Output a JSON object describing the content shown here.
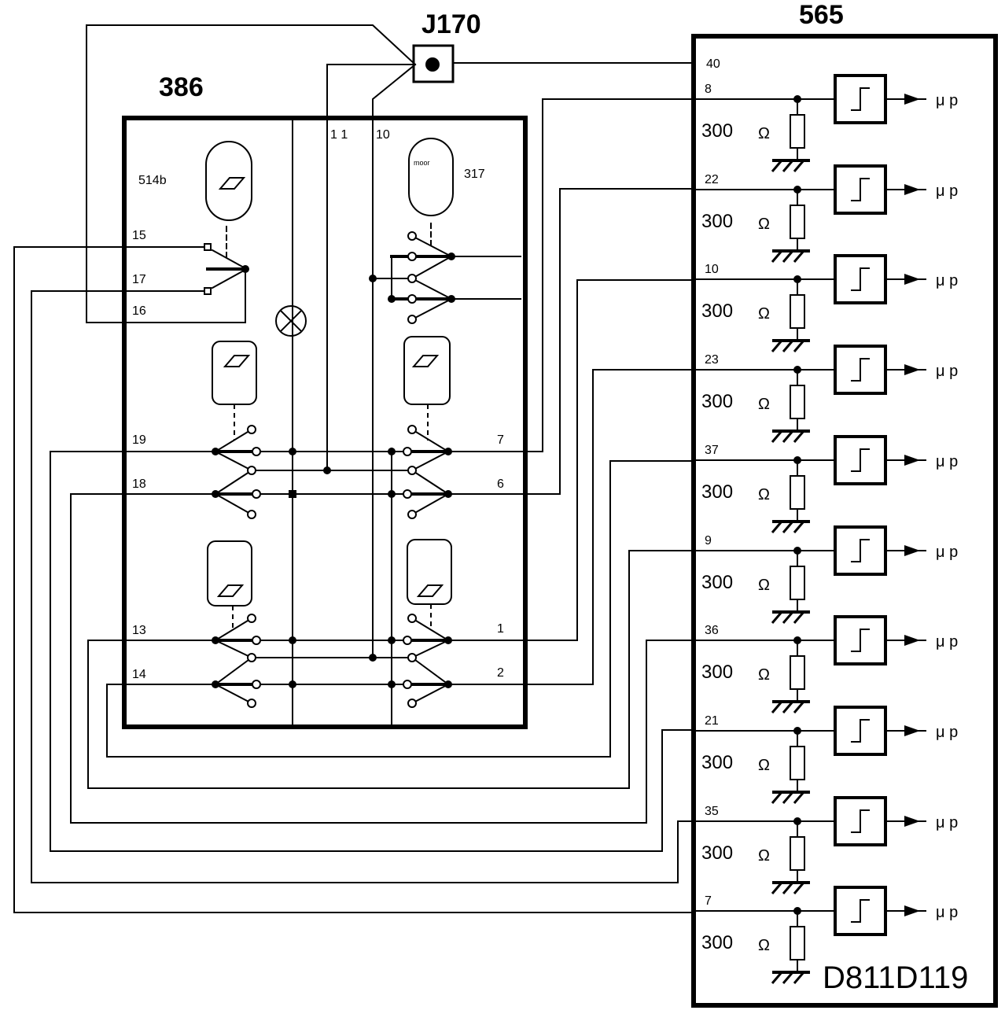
{
  "labels": {
    "connector": "J170",
    "module_left": "386",
    "module_right": "565",
    "part_code": "D811D119",
    "switch_a": "514b",
    "switch_b": "317",
    "switch_b_tag": "moor",
    "pin_11": "1 1",
    "pin_10": "10"
  },
  "left_pins": [
    "15",
    "17",
    "16",
    "19",
    "18",
    "13",
    "14"
  ],
  "right_pins": [
    "7",
    "6",
    "1",
    "2"
  ],
  "ecu_top_pin": "40",
  "ecu_pins": [
    "8",
    "22",
    "10",
    "23",
    "37",
    "9",
    "36",
    "21",
    "35",
    "7"
  ],
  "resistor_value": "300",
  "ohm_symbol": "Ω",
  "output_label": "μ p"
}
